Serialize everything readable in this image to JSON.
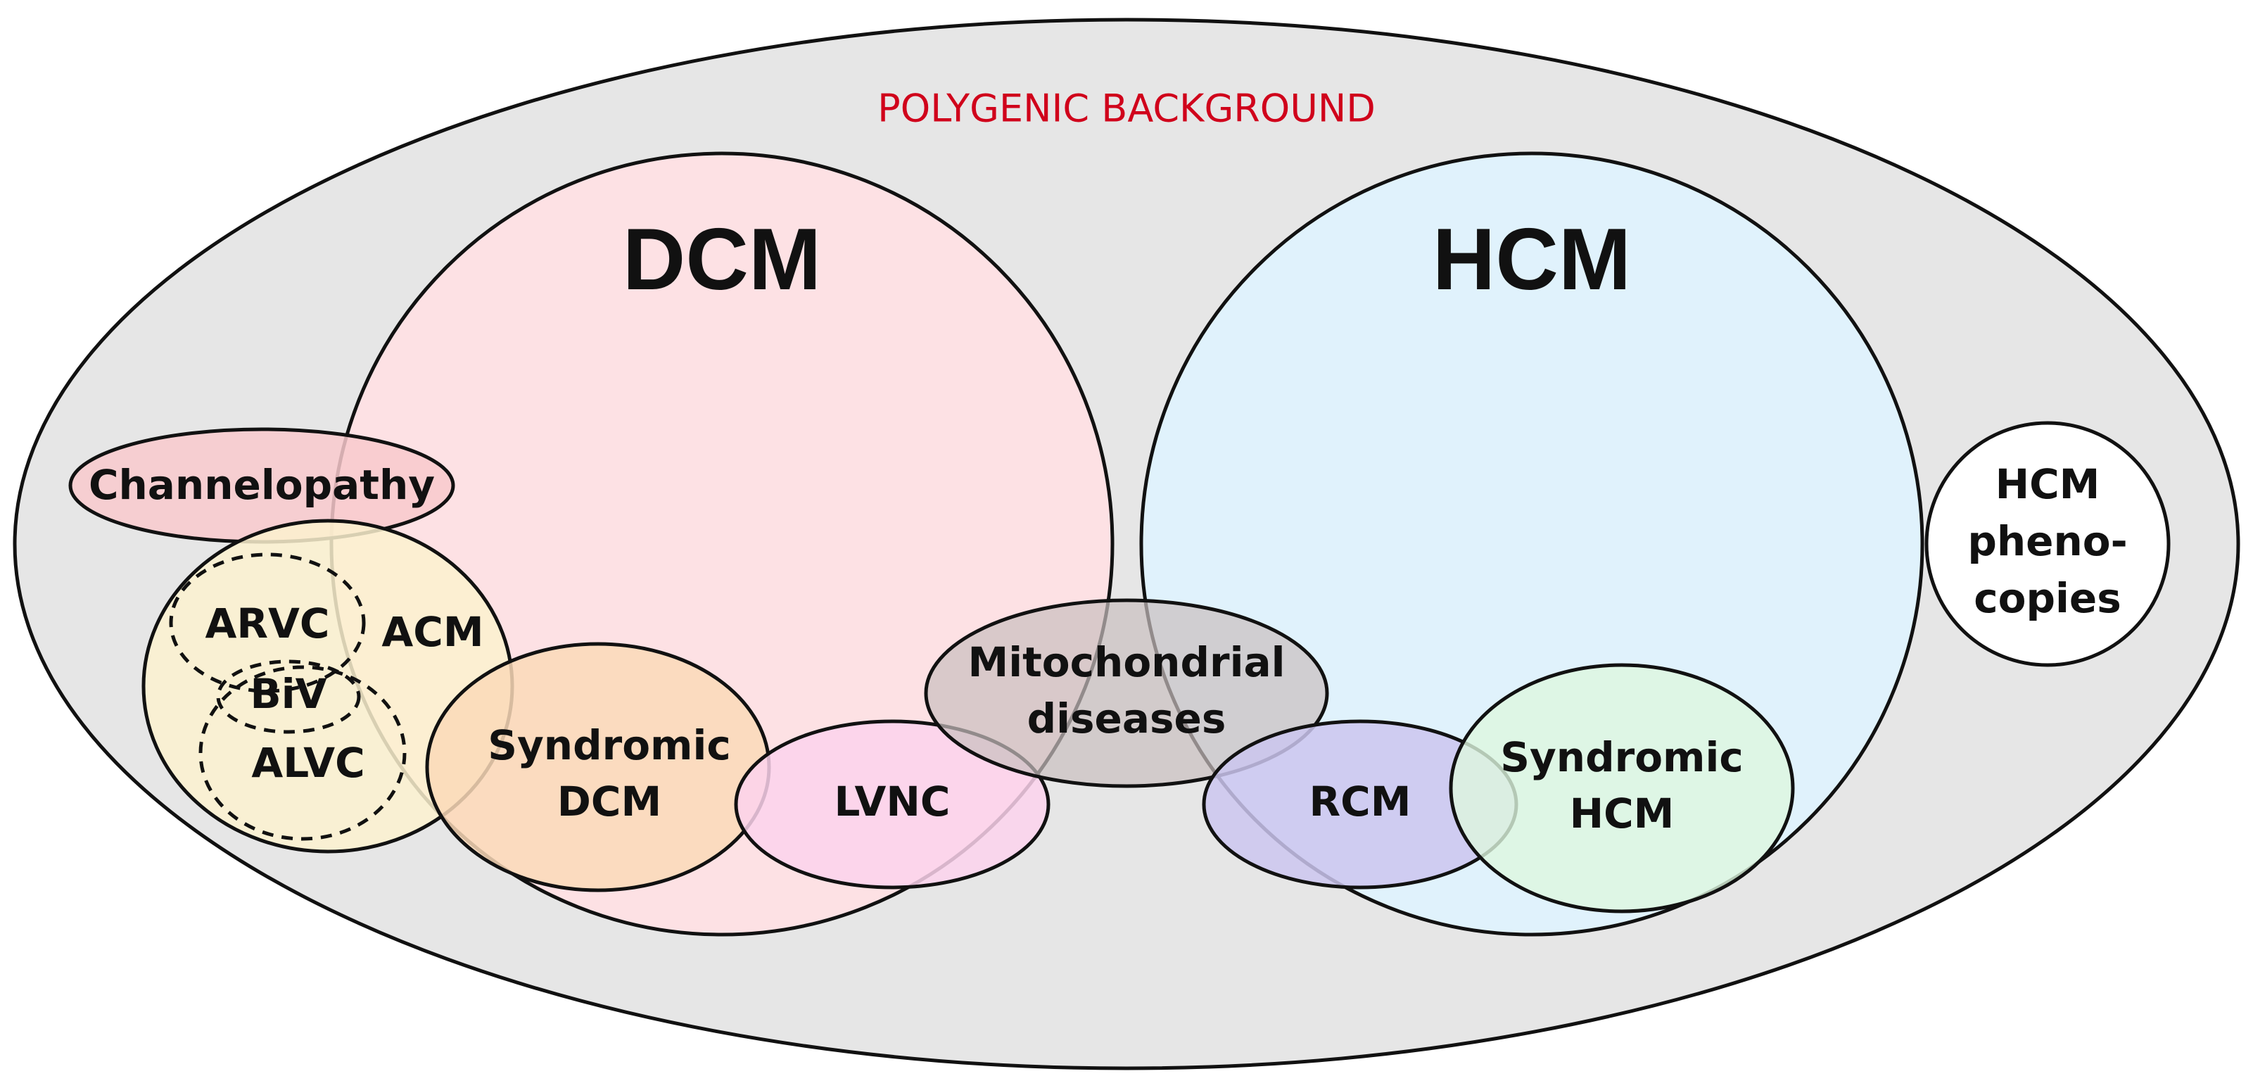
{
  "diagram": {
    "title": "POLYGENIC BACKGROUND",
    "dcm": "DCM",
    "hcm": "HCM",
    "channelopathy": "Channelopathy",
    "arvc": "ARVC",
    "acm": "ACM",
    "biv": "BiV",
    "alvc": "ALVC",
    "syndromic_dcm": [
      "Syndromic",
      "DCM"
    ],
    "lvnc": "LVNC",
    "mitochondrial": [
      "Mitochondrial",
      "diseases"
    ],
    "rcm": "RCM",
    "syndromic_hcm": [
      "Syndromic",
      "HCM"
    ],
    "hcm_phenocopies": [
      "HCM",
      "pheno-",
      "copies"
    ]
  },
  "colors": {
    "background": "#e6e6e6",
    "title": "#d0021b",
    "dcm": "#fde1e4",
    "hcm": "#e0f2fc",
    "channelopathy": "#f8c9cc",
    "acm": "#fbf1cf",
    "syndromic_dcm": "#fad9b9",
    "lvnc": "#fbd2ec",
    "mitochondrial": "#c9bfbf",
    "rcm": "#cbc6ee",
    "syndromic_hcm": "#ddf6df",
    "hcm_phenocopies": "#ffffff"
  }
}
